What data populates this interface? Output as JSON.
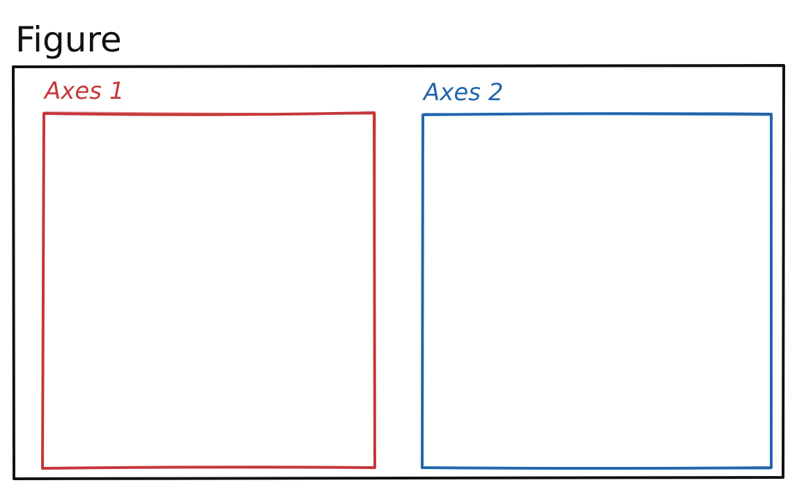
{
  "figure": {
    "label": "Figure",
    "stroke_color": "#111111"
  },
  "axes": [
    {
      "label": "Axes 1",
      "color": "#c6373a"
    },
    {
      "label": "Axes 2",
      "color": "#2166ac"
    }
  ]
}
